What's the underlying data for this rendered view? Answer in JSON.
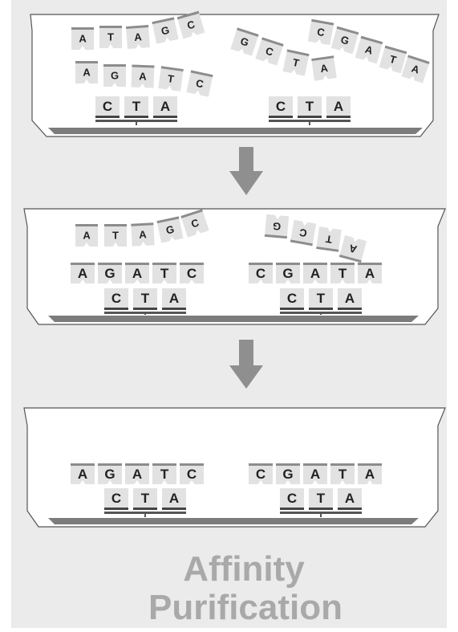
{
  "title": {
    "line1": "Affinity",
    "line2": "Purification"
  },
  "colors": {
    "background": "#ebebeb",
    "tile": "#e2e2e2",
    "tile_bar": "#8c8c8c",
    "arrow": "#8f8f8f",
    "base": "#7c7c7c",
    "title": "#a9a9a9"
  },
  "panels": [
    {
      "name": "panel-1-mixture",
      "free_strands": [
        [
          "A",
          "T",
          "A",
          "G",
          "C"
        ],
        [
          "A",
          "G",
          "A",
          "T",
          "C"
        ],
        [
          "G",
          "C",
          "T",
          "A"
        ],
        [
          "C",
          "G",
          "A",
          "T",
          "A"
        ]
      ],
      "bound_pairs": [],
      "probes": [
        [
          "C",
          "T",
          "A"
        ],
        [
          "C",
          "T",
          "A"
        ]
      ]
    },
    {
      "name": "panel-2-hybridized",
      "free_strands": [
        [
          "A",
          "T",
          "A",
          "G",
          "C"
        ],
        [
          "G",
          "C",
          "T",
          "A"
        ]
      ],
      "bound_pairs": [
        [
          "A",
          "G",
          "A",
          "T",
          "C"
        ],
        [
          "C",
          "G",
          "A",
          "T",
          "A"
        ]
      ],
      "probes": [
        [
          "C",
          "T",
          "A"
        ],
        [
          "C",
          "T",
          "A"
        ]
      ]
    },
    {
      "name": "panel-3-purified",
      "free_strands": [],
      "bound_pairs": [
        [
          "A",
          "G",
          "A",
          "T",
          "C"
        ],
        [
          "C",
          "G",
          "A",
          "T",
          "A"
        ]
      ],
      "probes": [
        [
          "C",
          "T",
          "A"
        ],
        [
          "C",
          "T",
          "A"
        ]
      ]
    }
  ]
}
